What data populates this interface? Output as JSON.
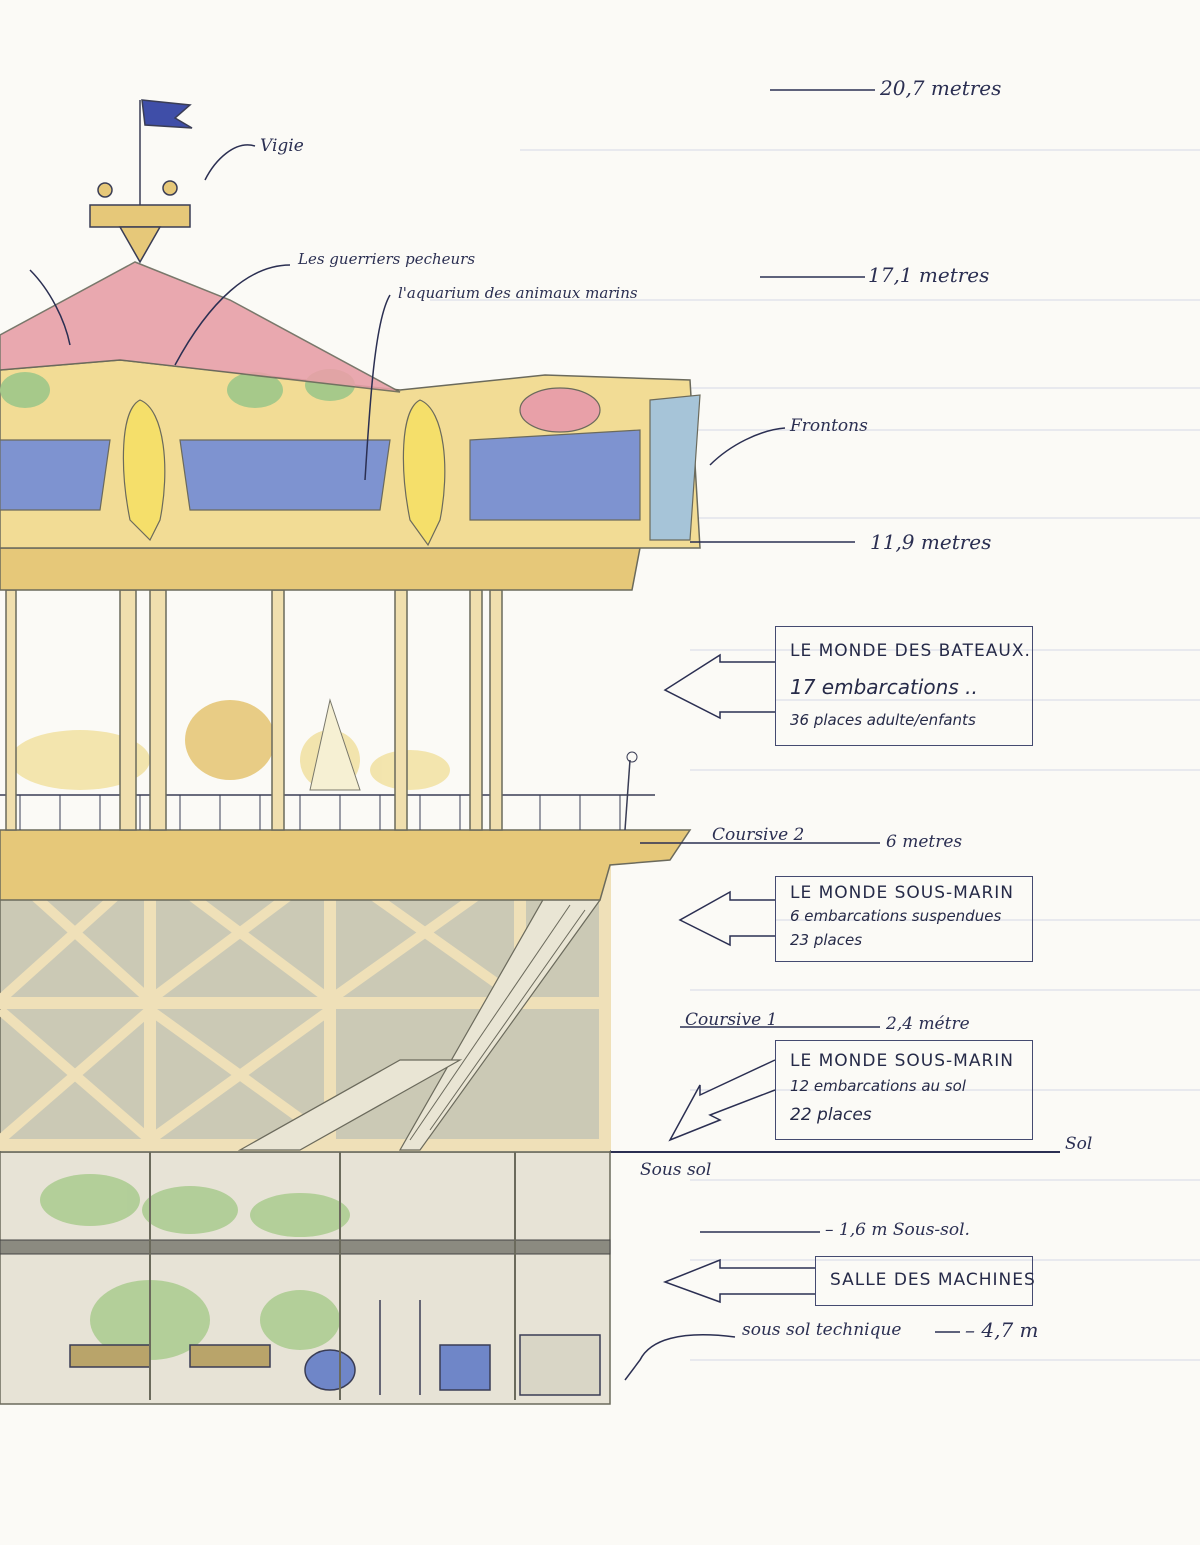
{
  "levels": {
    "top": "20,7 metres",
    "roof": "17,1 metres",
    "deck": "11,9 metres",
    "coursive2": "6 metres",
    "coursive1": "2,4 métre",
    "sol": "Sol",
    "soussol": "– 1,6 m Sous-sol.",
    "technique": "– 4,7 m"
  },
  "annotations": {
    "vigie": "Vigie",
    "guerriers": "Les guerriers pecheurs",
    "aquarium": "l'aquarium des animaux marins",
    "frontons": "Frontons",
    "coursive2_label": "Coursive 2",
    "coursive1_label": "Coursive 1",
    "sous_sol": "Sous sol",
    "sous_sol_technique": "sous sol technique"
  },
  "boxes": {
    "bateaux": {
      "title": "LE MONDE DES BATEAUX.",
      "line1": "17 embarcations ..",
      "line2": "36 places adulte/enfants"
    },
    "sous_marin_2": {
      "title": "LE MONDE SOUS-MARIN",
      "line1": "6 embarcations suspendues",
      "line2": "23 places"
    },
    "sous_marin_1": {
      "title": "LE MONDE SOUS-MARIN",
      "line1": "12 embarcations au sol",
      "line2": "22 places"
    },
    "machines": {
      "title": "SALLE DES MACHINES"
    }
  },
  "colors": {
    "ink": "#2b2f52",
    "roof_pink": "#e8a0a8",
    "frieze_blue": "#6f86c8",
    "gold": "#e6c879",
    "beam": "#efe0b8",
    "grey_fill": "#c9c7b4",
    "green": "#a6c98a"
  }
}
